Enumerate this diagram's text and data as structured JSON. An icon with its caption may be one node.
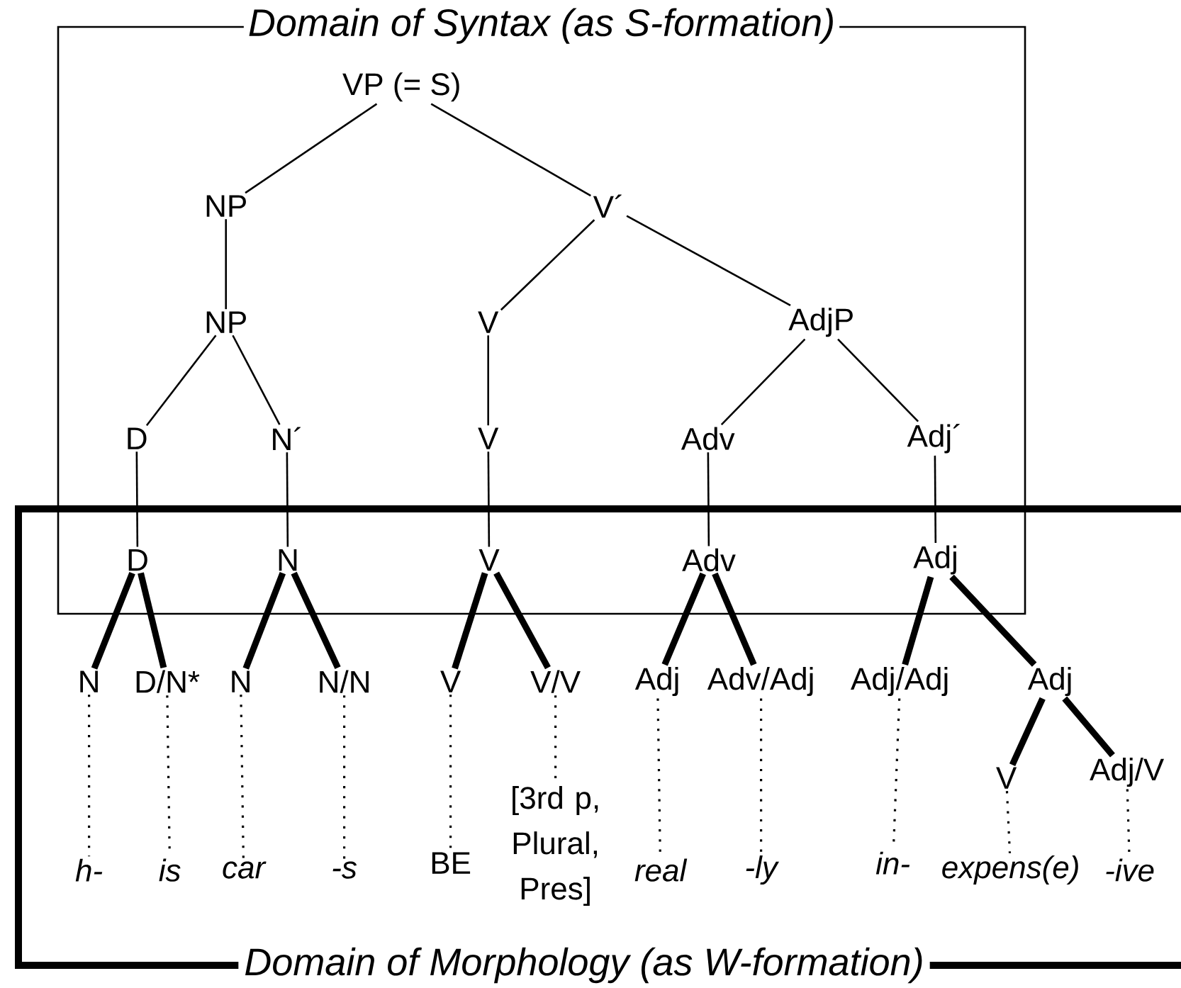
{
  "diagram": {
    "nodes": [
      {
        "text": [
          "Domain of Syntax (as S-formation)"
        ]
      },
      {
        "text": [
          "Domain of Morphology (as W-formation)"
        ]
      },
      {
        "text": [
          "VP (= S)"
        ],
        "in": 0
      },
      {
        "text": [
          "NP"
        ],
        "in": 0
      },
      {
        "text": [
          "V´"
        ],
        "in": 0
      },
      {
        "text": [
          "NP"
        ],
        "in": 0
      },
      {
        "text": [
          "V"
        ],
        "in": 0
      },
      {
        "text": [
          "AdjP"
        ],
        "in": 0
      },
      {
        "text": [
          "D"
        ],
        "in": 0
      },
      {
        "text": [
          "N´"
        ],
        "in": 0
      },
      {
        "text": [
          "V"
        ],
        "in": 0
      },
      {
        "text": [
          "Adv"
        ],
        "in": 0
      },
      {
        "text": [
          "Adj´"
        ],
        "in": 0
      },
      {
        "text": [
          "D"
        ]
      },
      {
        "text": [
          "N"
        ]
      },
      {
        "text": [
          "V"
        ]
      },
      {
        "text": [
          "Adv"
        ]
      },
      {
        "text": [
          "Adj"
        ]
      },
      {
        "text": [
          "N"
        ],
        "in": 1
      },
      {
        "text": [
          "D/N*"
        ],
        "in": 1
      },
      {
        "text": [
          "N"
        ],
        "in": 1
      },
      {
        "text": [
          "N/N"
        ],
        "in": 1
      },
      {
        "text": [
          "V"
        ],
        "in": 1
      },
      {
        "text": [
          "V/V"
        ],
        "in": 1
      },
      {
        "text": [
          "Adj"
        ],
        "in": 1
      },
      {
        "text": [
          "Adv/Adj"
        ],
        "in": 1
      },
      {
        "text": [
          "Adj/Adj"
        ],
        "in": 1
      },
      {
        "text": [
          "Adj"
        ],
        "in": 1
      },
      {
        "text": [
          "V"
        ],
        "in": 1
      },
      {
        "text": [
          "Adj/V"
        ],
        "in": 1
      },
      {
        "text": [
          "h-"
        ],
        "in": 1
      },
      {
        "text": [
          "is"
        ],
        "in": 1
      },
      {
        "text": [
          "car"
        ],
        "in": 1
      },
      {
        "text": [
          "-s"
        ],
        "in": 1
      },
      {
        "text": [
          "BE"
        ],
        "in": 1
      },
      {
        "text": [
          "[3rd p, Plural, Pres]"
        ],
        "in": 1
      },
      {
        "text": [
          "real"
        ],
        "in": 1
      },
      {
        "text": [
          "-ly"
        ],
        "in": 1
      },
      {
        "text": [
          "in-"
        ],
        "in": 1
      },
      {
        "text": [
          "expens(e)"
        ],
        "in": 1
      },
      {
        "text": [
          "-ive"
        ],
        "in": 1
      }
    ],
    "edges": [
      {
        "from": 2,
        "to": 3,
        "arrow": "none"
      },
      {
        "from": 2,
        "to": 4,
        "arrow": "none"
      },
      {
        "from": 3,
        "to": 5,
        "arrow": "none"
      },
      {
        "from": 4,
        "to": 6,
        "arrow": "none"
      },
      {
        "from": 4,
        "to": 7,
        "arrow": "none"
      },
      {
        "from": 5,
        "to": 8,
        "arrow": "none"
      },
      {
        "from": 5,
        "to": 9,
        "arrow": "none"
      },
      {
        "from": 6,
        "to": 10,
        "arrow": "none"
      },
      {
        "from": 7,
        "to": 11,
        "arrow": "none"
      },
      {
        "from": 7,
        "to": 12,
        "arrow": "none"
      },
      {
        "from": 8,
        "to": 13,
        "arrow": "none"
      },
      {
        "from": 9,
        "to": 14,
        "arrow": "none"
      },
      {
        "from": 10,
        "to": 15,
        "arrow": "none"
      },
      {
        "from": 11,
        "to": 16,
        "arrow": "none"
      },
      {
        "from": 12,
        "to": 17,
        "arrow": "none"
      },
      {
        "from": 13,
        "to": 18,
        "arrow": "none",
        "style": "thick"
      },
      {
        "from": 13,
        "to": 19,
        "arrow": "none",
        "style": "thick"
      },
      {
        "from": 14,
        "to": 20,
        "arrow": "none",
        "style": "thick"
      },
      {
        "from": 14,
        "to": 21,
        "arrow": "none",
        "style": "thick"
      },
      {
        "from": 15,
        "to": 22,
        "arrow": "none",
        "style": "thick"
      },
      {
        "from": 15,
        "to": 23,
        "arrow": "none",
        "style": "thick"
      },
      {
        "from": 16,
        "to": 24,
        "arrow": "none",
        "style": "thick"
      },
      {
        "from": 16,
        "to": 25,
        "arrow": "none",
        "style": "thick"
      },
      {
        "from": 17,
        "to": 26,
        "arrow": "none",
        "style": "thick"
      },
      {
        "from": 17,
        "to": 27,
        "arrow": "none",
        "style": "thick"
      },
      {
        "from": 27,
        "to": 28,
        "arrow": "none",
        "style": "thick"
      },
      {
        "from": 27,
        "to": 29,
        "arrow": "none",
        "style": "thick"
      },
      {
        "from": 18,
        "to": 30,
        "arrow": "none",
        "style": "dashed"
      },
      {
        "from": 19,
        "to": 31,
        "arrow": "none",
        "style": "dashed"
      },
      {
        "from": 20,
        "to": 32,
        "arrow": "none",
        "style": "dashed"
      },
      {
        "from": 21,
        "to": 33,
        "arrow": "none",
        "style": "dashed"
      },
      {
        "from": 22,
        "to": 34,
        "arrow": "none",
        "style": "dashed"
      },
      {
        "from": 23,
        "to": 35,
        "arrow": "none",
        "style": "dashed"
      },
      {
        "from": 24,
        "to": 36,
        "arrow": "none",
        "style": "dashed"
      },
      {
        "from": 25,
        "to": 37,
        "arrow": "none",
        "style": "dashed"
      },
      {
        "from": 26,
        "to": 38,
        "arrow": "none",
        "style": "dashed"
      },
      {
        "from": 28,
        "to": 39,
        "arrow": "none",
        "style": "dashed"
      },
      {
        "from": 29,
        "to": 40,
        "arrow": "none",
        "style": "dashed"
      }
    ]
  }
}
